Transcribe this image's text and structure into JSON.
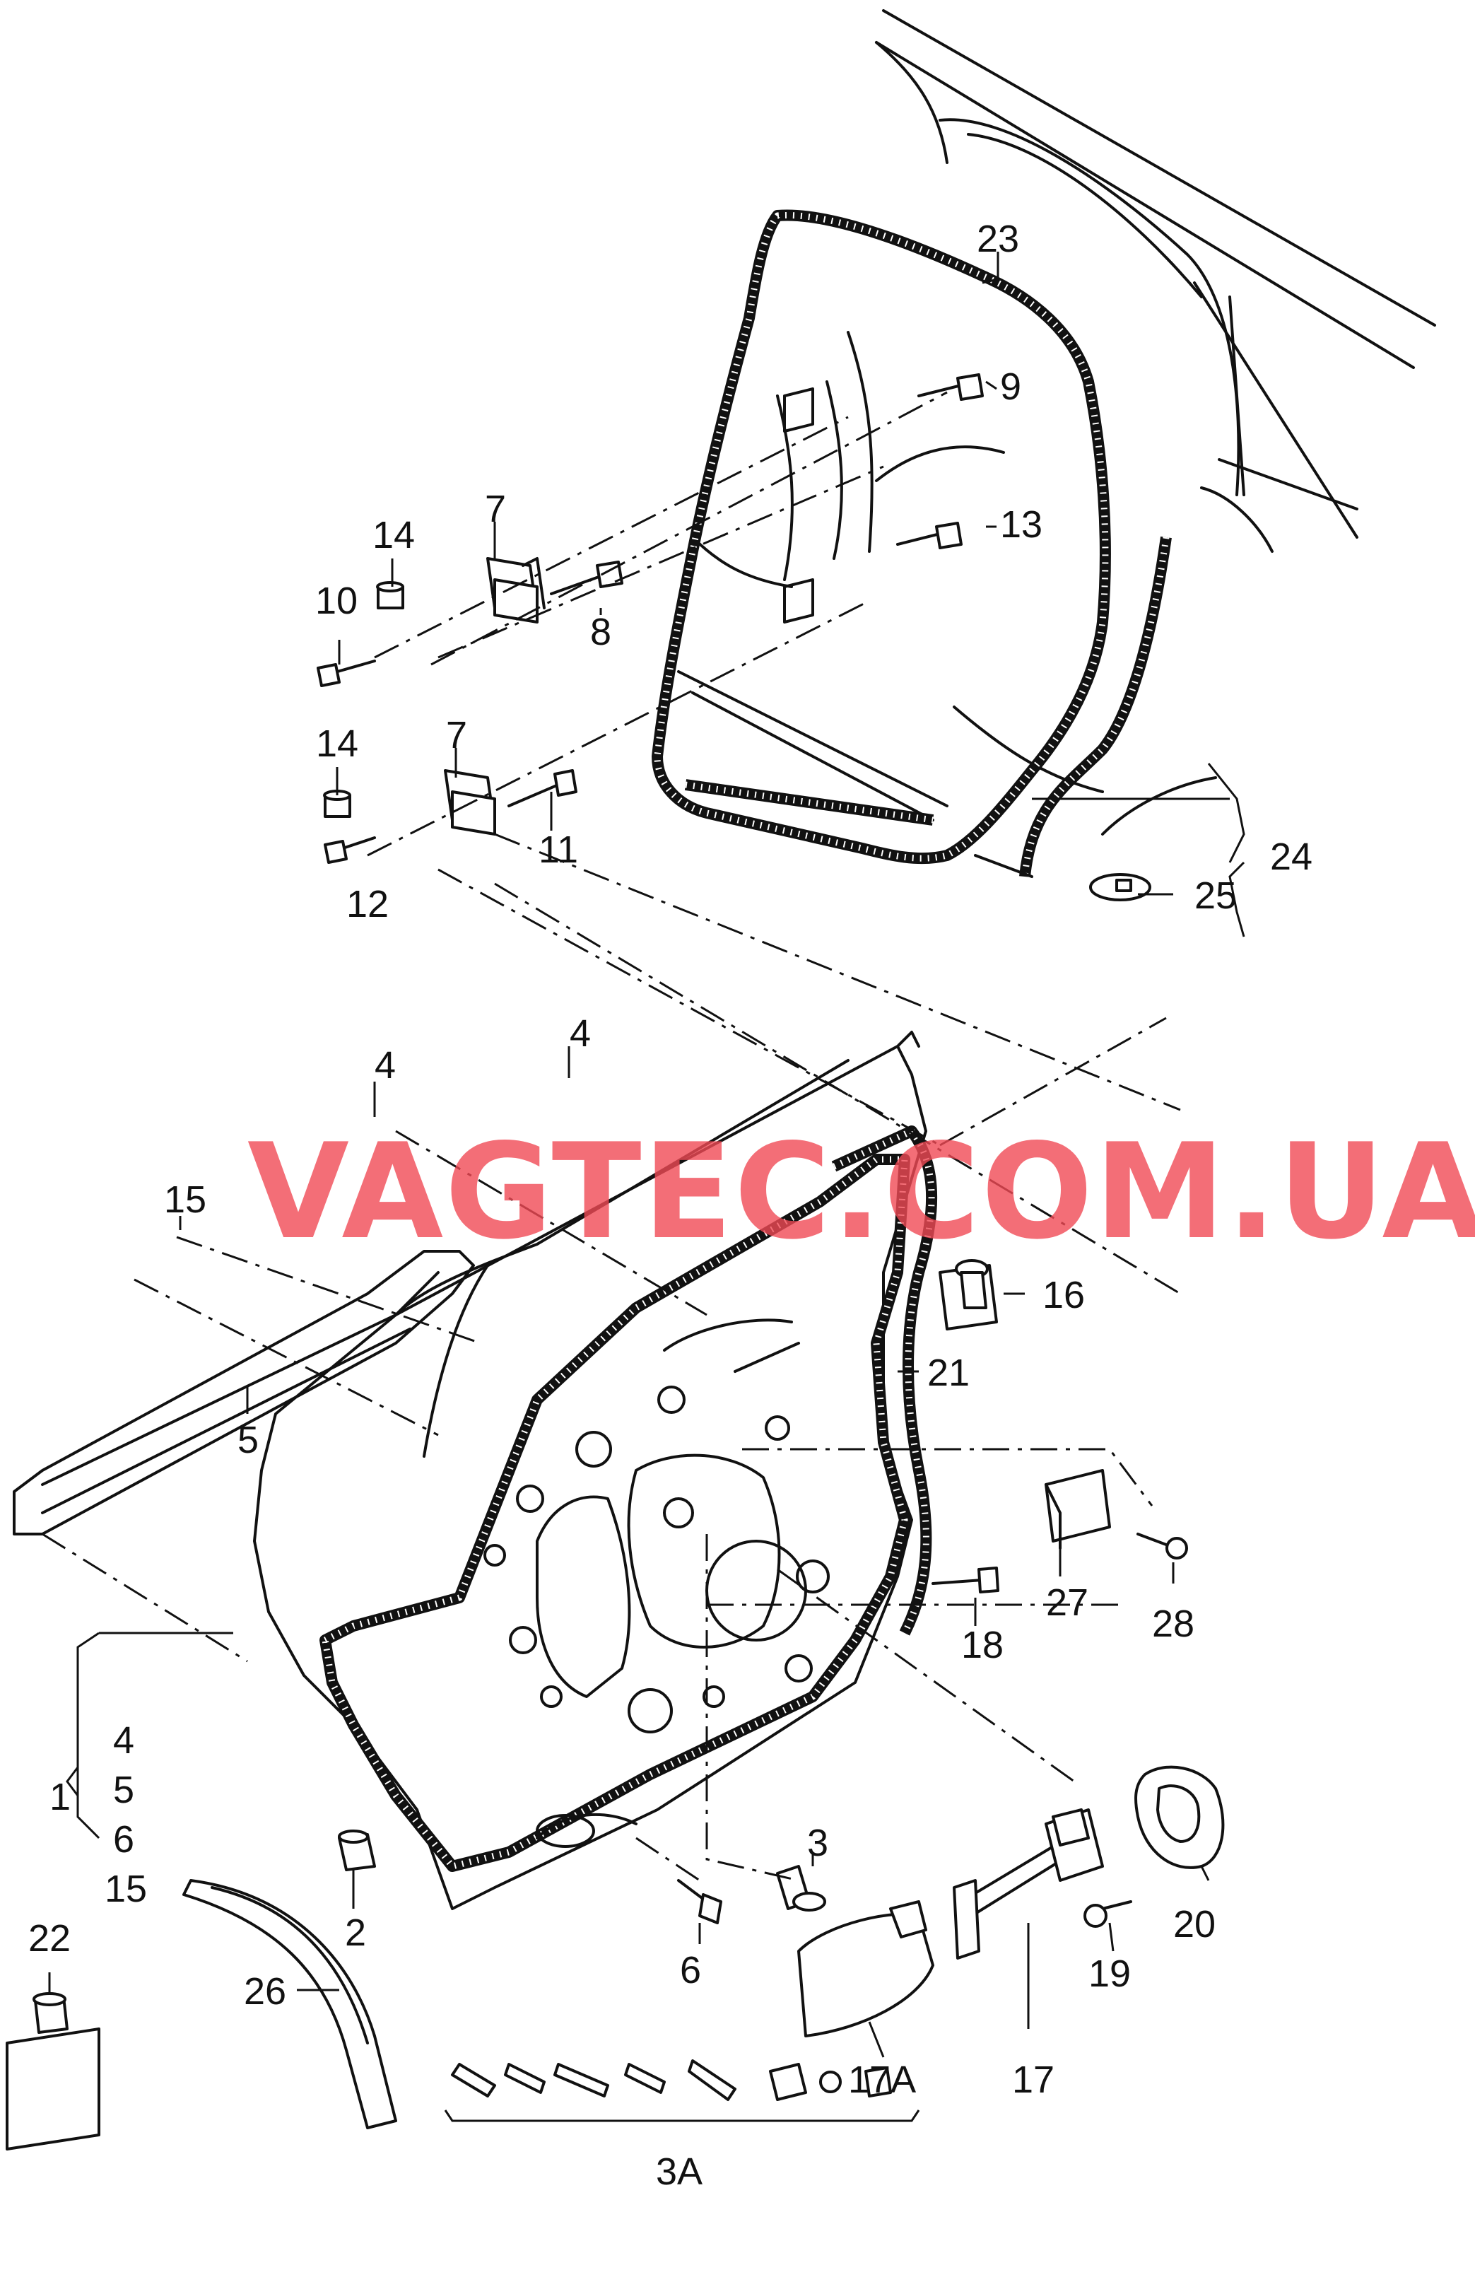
{
  "watermark": "VAGTEC.COM.UA",
  "callouts": {
    "c1": "1",
    "c1_4": "4",
    "c1_5": "5",
    "c1_6": "6",
    "c1_15": "15",
    "c2": "2",
    "c3": "3",
    "c3a": "3A",
    "c4a": "4",
    "c4b": "4",
    "c5": "5",
    "c6": "6",
    "c7a": "7",
    "c7b": "7",
    "c8": "8",
    "c9": "9",
    "c10": "10",
    "c11": "11",
    "c12": "12",
    "c13": "13",
    "c14a": "14",
    "c14b": "14",
    "c15": "15",
    "c16": "16",
    "c17": "17",
    "c17a": "17A",
    "c18": "18",
    "c19": "19",
    "c20": "20",
    "c21": "21",
    "c22": "22",
    "c23": "23",
    "c24": "24",
    "c25": "25",
    "c26": "26",
    "c27": "27",
    "c28": "28"
  },
  "colors": {
    "line": "#111111",
    "watermark": "#f04a55",
    "background": "#ffffff"
  }
}
